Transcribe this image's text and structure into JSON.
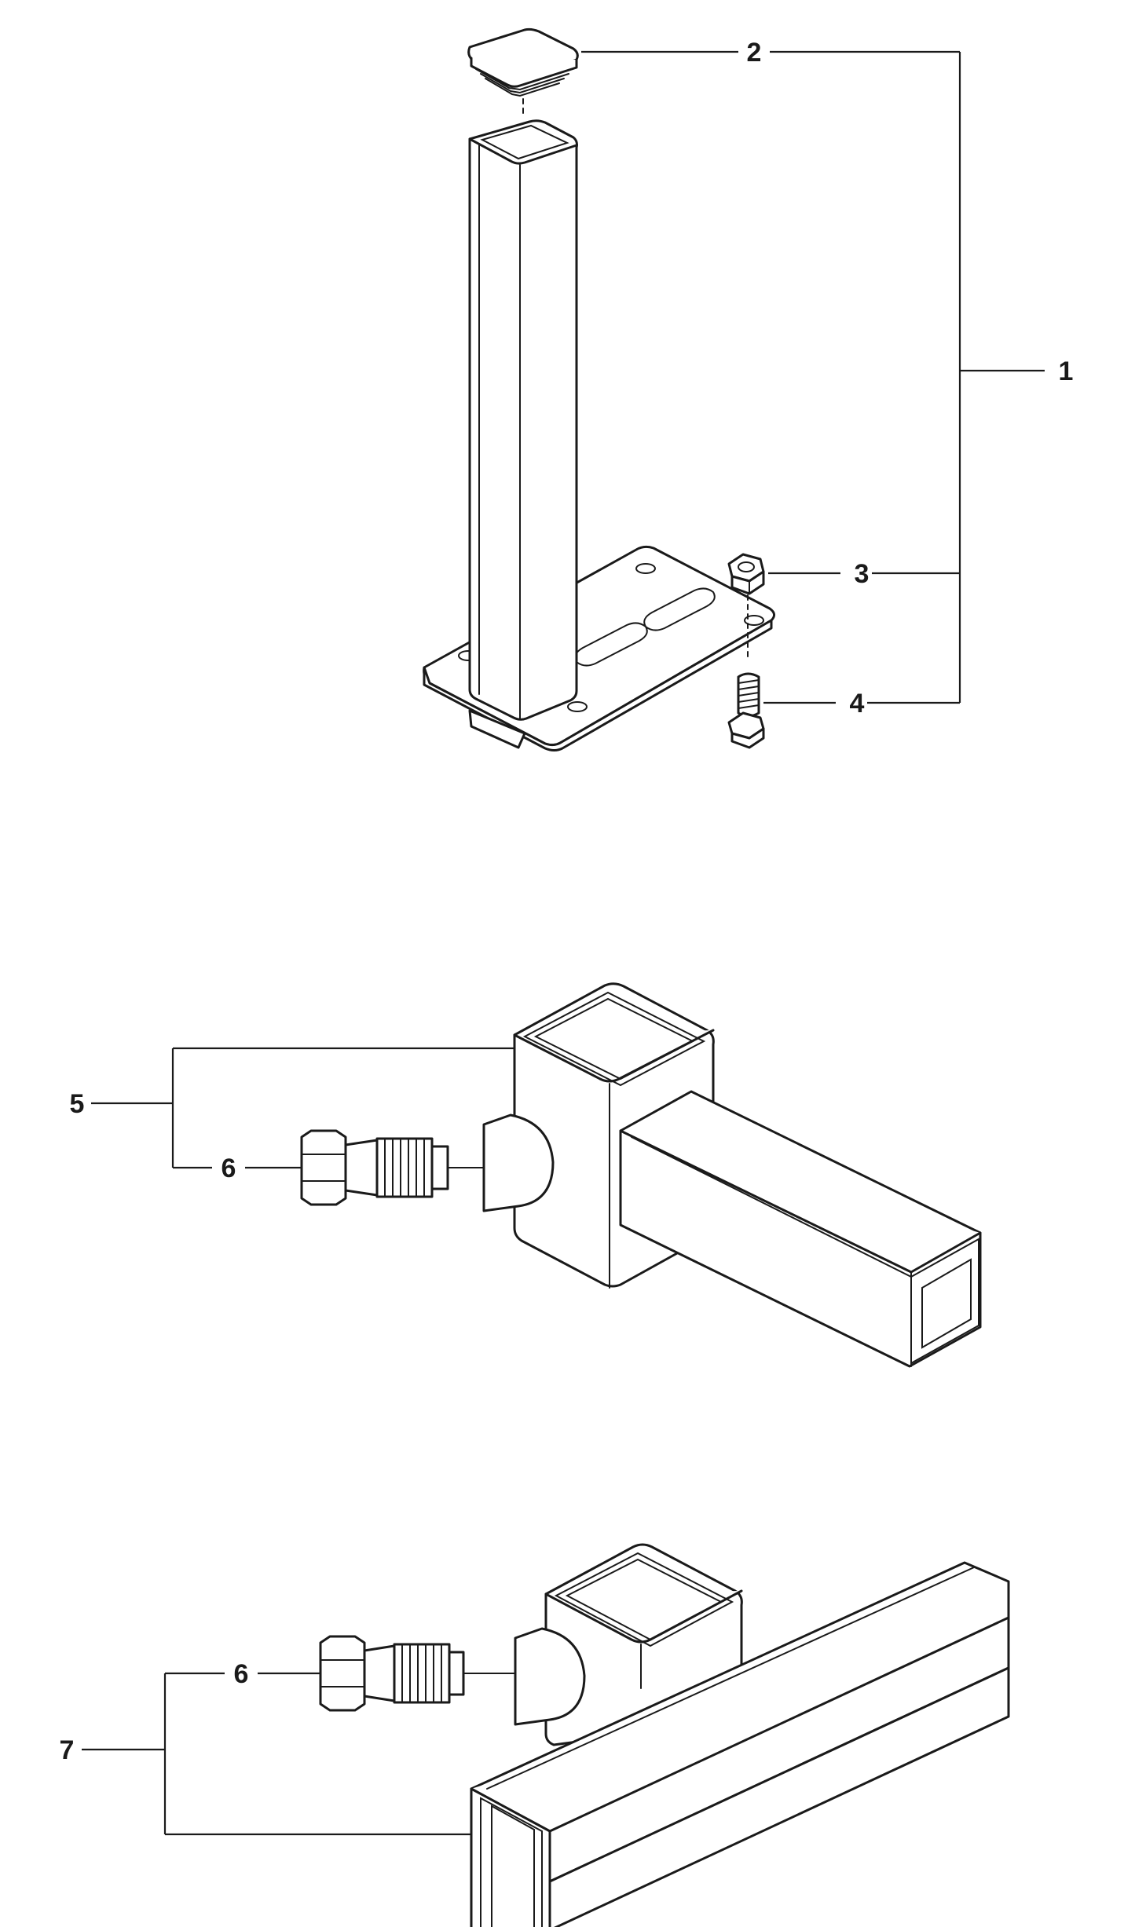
{
  "callouts": {
    "c1": "1",
    "c2": "2",
    "c3": "3",
    "c4": "4",
    "c5": "5",
    "c6a": "6",
    "c6b": "6",
    "c7": "7"
  },
  "colors": {
    "ink": "#1a1a1a",
    "background": "#ffffff"
  }
}
